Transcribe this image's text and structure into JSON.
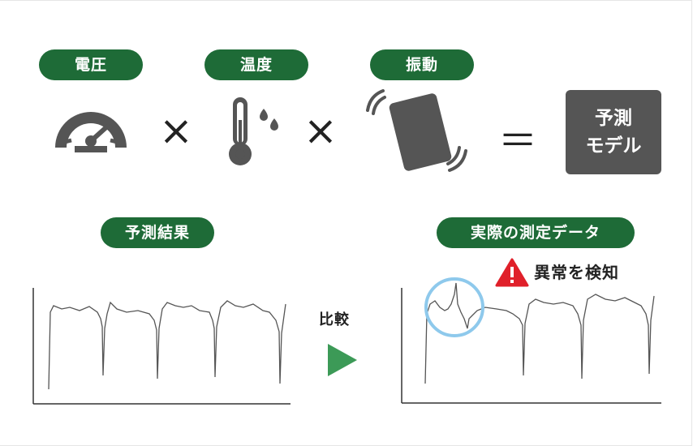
{
  "inputs": {
    "voltage": "電圧",
    "temperature": "温度",
    "vibration": "振動"
  },
  "operators": {
    "times": "×",
    "equals": "＝"
  },
  "model": {
    "line1": "予測",
    "line2": "モデル"
  },
  "results": {
    "predicted_label": "予測結果",
    "actual_label": "実際の測定データ",
    "compare_label": "比較",
    "anomaly_label": "異常を検知"
  },
  "colors": {
    "green": "#1e6b37",
    "icon_gray": "#555555",
    "highlight": "#8ec9ec",
    "alert": "#e0202a",
    "arrow": "#3c9a57"
  },
  "icons": [
    "speedometer-icon",
    "thermometer-icon",
    "vibrating-phone-icon",
    "warning-icon",
    "play-arrow-icon"
  ]
}
